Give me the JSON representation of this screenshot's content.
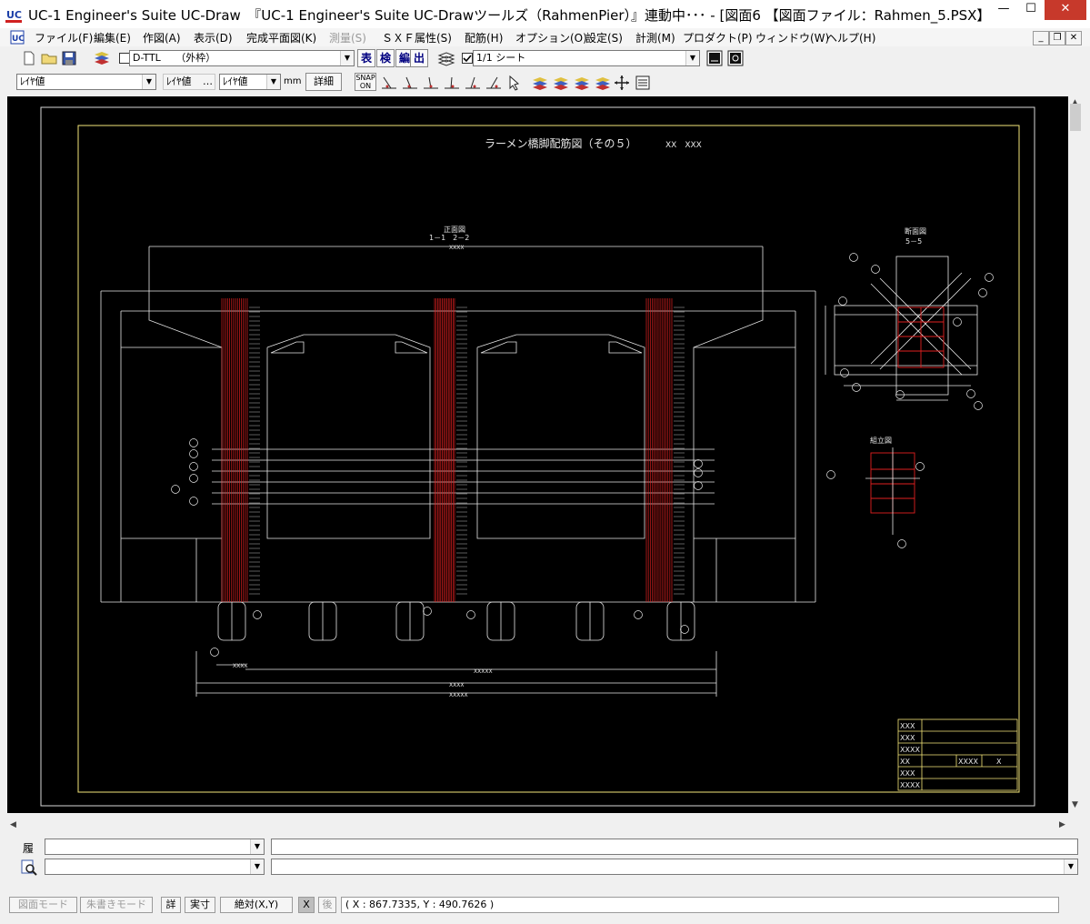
{
  "window": {
    "title": "UC-1 Engineer's Suite UC-Draw　『UC-1 Engineer's Suite UC-Drawツールズ（RahmenPier）』連動中･･･ - [図面6 【図面ファイル：Rahmen_5.PSX】【...",
    "min_glyph": "—",
    "max_glyph": "☐",
    "close_glyph": "✕"
  },
  "menu": {
    "items": [
      "ファイル(F)",
      "編集(E)",
      "作図(A)",
      "表示(D)",
      "完成平面図(K)",
      "測量(S)",
      "ＳＸＦ属性(S)",
      "配筋(H)",
      "オプション(O)",
      "設定(S)",
      "計測(M)",
      "プロダクト(P)",
      "ウィンドウ(W)",
      "ヘルプ(H)"
    ],
    "mdi_min": "_",
    "mdi_restore": "❐",
    "mdi_close": "✕"
  },
  "toolbar1": {
    "layer_combo": "D-TTL　　（外枠）",
    "btn_hyo": "表",
    "btn_ken": "検",
    "btn_hen": "編",
    "btn_shutsu": "出",
    "sheet_combo": "1/1 シート"
  },
  "toolbar2": {
    "linetype_combo": "ﾚｲﾔ値",
    "color_combo": "ﾚｲﾔ値",
    "width_combo": "ﾚｲﾔ値",
    "unit": "mm",
    "detail_btn": "詳細",
    "snap_line1": "SNAP",
    "snap_line2": "ON"
  },
  "drawing": {
    "title": "ラーメン橋脚配筋図（その５）",
    "title_suffix": "XX　XXX",
    "front_view_title": "正面図",
    "front_view_subtitle": "1－1　2－2",
    "section_title": "断面図",
    "section_subtitle": "5－5",
    "assembly_title": "組立図",
    "dim_labels": [
      "XXXX",
      "XXXX",
      "XXXXX",
      "XXXX",
      "XXXXX"
    ],
    "title_block": {
      "rows": [
        "XXX",
        "XXX",
        "XXXX",
        "XX",
        "XXX",
        "XXXX"
      ],
      "row4_mid": "XXXX",
      "row4_right": "X"
    }
  },
  "lower": {
    "history_label": "履"
  },
  "status": {
    "drawing_mode": "図面モード",
    "draft_mode": "朱書きモード",
    "detail": "詳",
    "actual": "実寸",
    "absolute": "絶対(X,Y)",
    "x_btn": "X",
    "back": "後",
    "coords": "( X : 867.7335, Y : 490.7626 )"
  },
  "colors": {
    "canvas_bg": "#000000",
    "cad_line": "#e6e6e6",
    "rebar": "#e02020",
    "frame": "#f5e67a"
  }
}
